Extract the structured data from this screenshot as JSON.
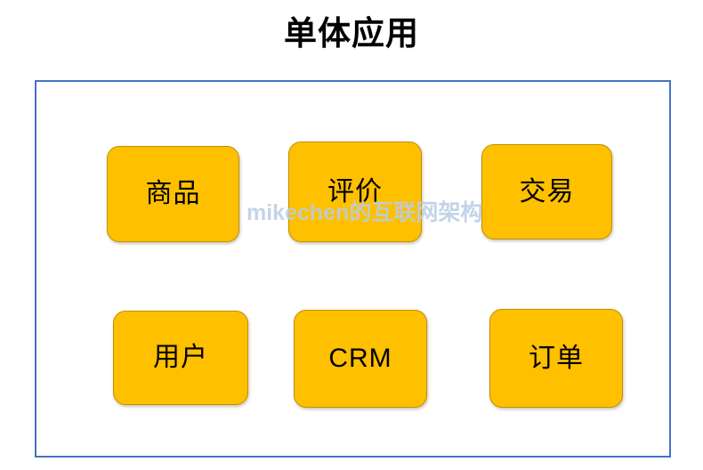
{
  "title": "单体应用",
  "watermark": "mikechen的互联网架构",
  "colors": {
    "box_fill": "#ffc000",
    "box_border": "#bf9000",
    "frame_border": "#4472c4",
    "background": "#ffffff",
    "text": "#000000",
    "watermark": "#b9cde5"
  },
  "container": {
    "name": "monolith-container"
  },
  "modules": [
    {
      "label": "商品",
      "name": "module-box-product"
    },
    {
      "label": "评价",
      "name": "module-box-review"
    },
    {
      "label": "交易",
      "name": "module-box-transaction"
    },
    {
      "label": "用户",
      "name": "module-box-user"
    },
    {
      "label": "CRM",
      "name": "module-box-crm"
    },
    {
      "label": "订单",
      "name": "module-box-order"
    }
  ]
}
